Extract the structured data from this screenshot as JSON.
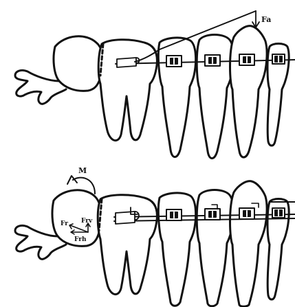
{
  "figure": {
    "labels": {
      "fa": "Fa",
      "m": "M",
      "fr": "Fr",
      "frv": "Frv",
      "frh": "Frh"
    },
    "colors": {
      "stroke": "#111111",
      "fill": "#ffffff"
    },
    "icons": {
      "bracket": "orthodontic-bracket-icon",
      "arrow": "force-arrow-icon"
    }
  }
}
